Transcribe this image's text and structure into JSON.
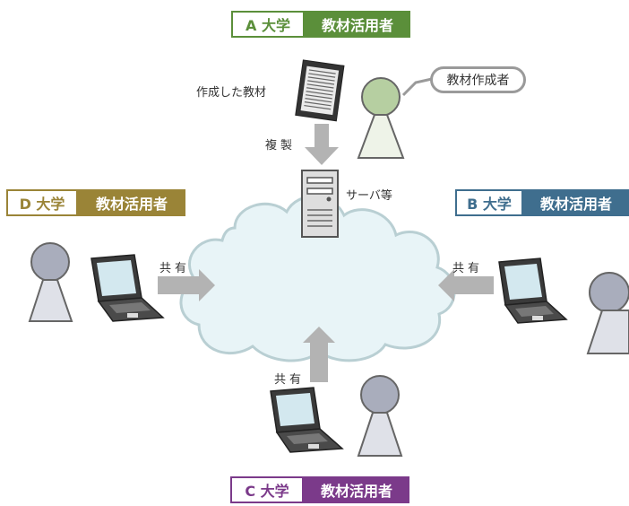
{
  "badges": {
    "a": {
      "univ": "A 大学",
      "role": "教材活用者",
      "color": "#5b8f3a"
    },
    "b": {
      "univ": "B 大学",
      "role": "教材活用者",
      "color": "#3f6e8e"
    },
    "c": {
      "univ": "C 大学",
      "role": "教材活用者",
      "color": "#7b3a8a"
    },
    "d": {
      "univ": "D 大学",
      "role": "教材活用者",
      "color": "#9a8437"
    }
  },
  "labels": {
    "created_material": "作成した教材",
    "copy": "複製",
    "server": "サーバ等",
    "share_d": "共有",
    "share_b": "共有",
    "share_c": "共有",
    "creator": "教材作成者"
  },
  "icons": [
    "document-icon",
    "server-icon",
    "laptop-icon",
    "person-icon",
    "cloud-icon",
    "arrow-icon"
  ]
}
